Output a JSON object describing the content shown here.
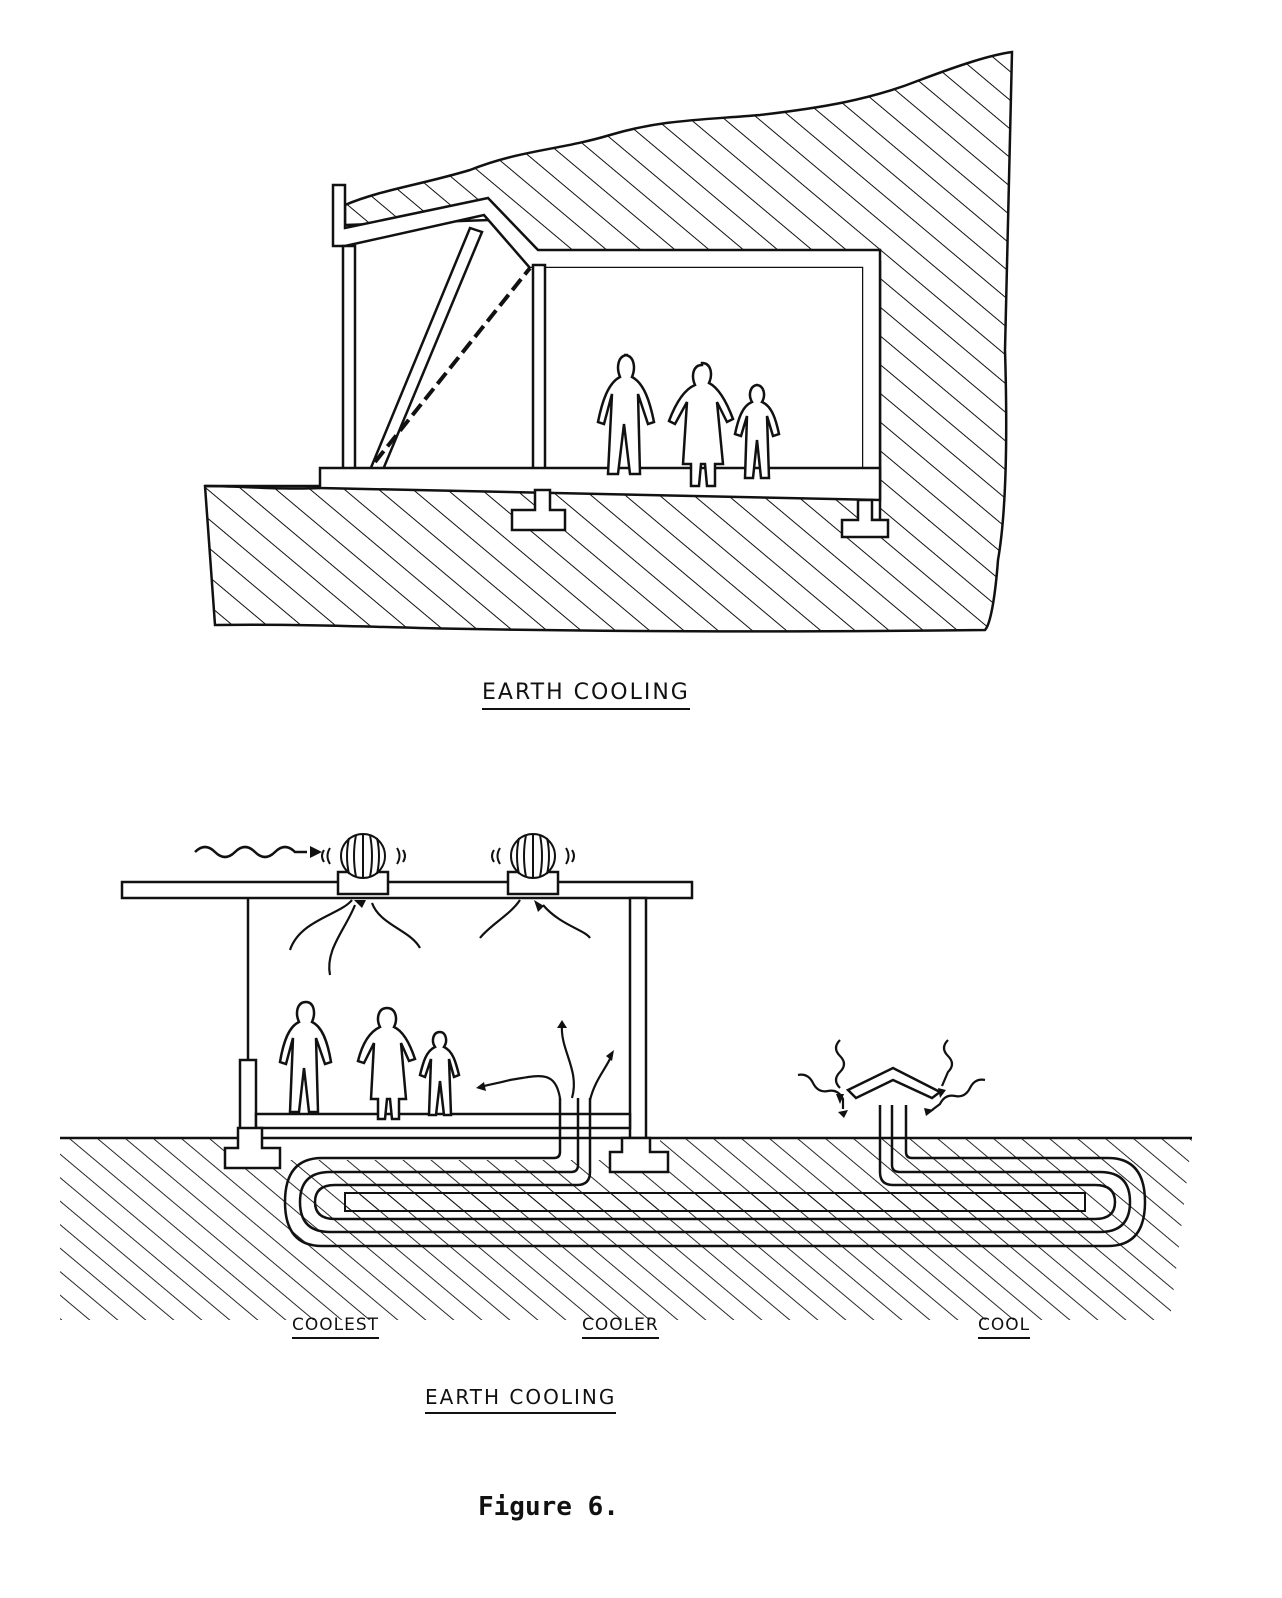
{
  "diagram_top": {
    "caption": "EARTH COOLING"
  },
  "diagram_bottom": {
    "caption": "EARTH COOLING",
    "zones": [
      "COOLEST",
      "COOLER",
      "COOL"
    ]
  },
  "figure_number": "Figure 6.",
  "colors": {
    "ink": "#111111",
    "paper": "#ffffff"
  }
}
